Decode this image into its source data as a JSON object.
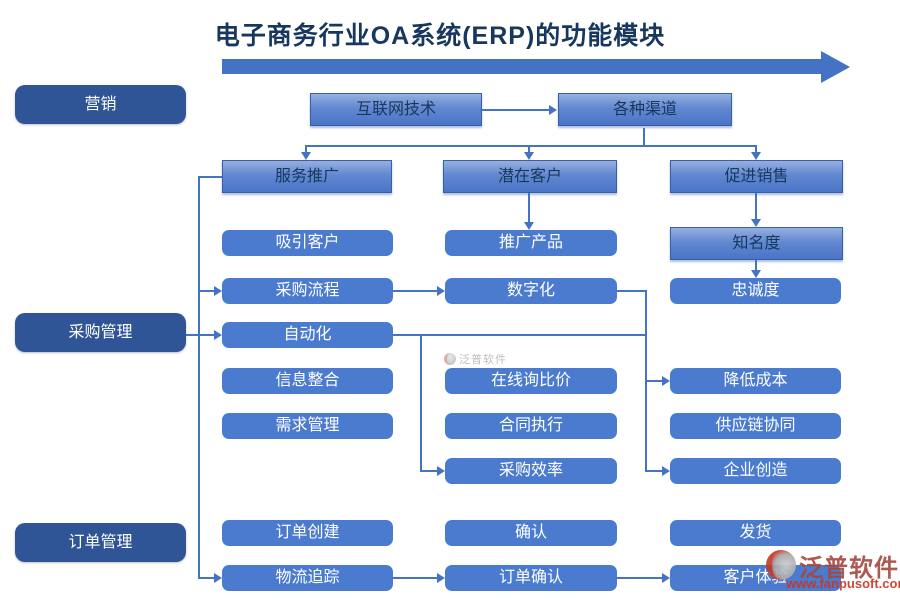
{
  "title": "电子商务行业OA系统(ERP)的功能模块",
  "colors": {
    "accent": "#4472C4",
    "category_fill": "#2F5597",
    "node_fill": "#4B7BCE",
    "title_text": "#17375E"
  },
  "categories": [
    "营销",
    "采购管理",
    "订单管理"
  ],
  "flow_boxes": {
    "internet": "互联网技术",
    "channels": "各种渠道",
    "service_promo": "服务推广",
    "potential_customers": "潜在客户",
    "sales_promo": "促进销售",
    "awareness": "知名度",
    "attract_customers": "吸引客户",
    "promote_products": "推广产品",
    "loyalty": "忠诚度",
    "procurement_process": "采购流程",
    "digitization": "数字化",
    "automation": "自动化",
    "info_integration": "信息整合",
    "online_inquiry": "在线询比价",
    "cost_reduction": "降低成本",
    "demand_mgmt": "需求管理",
    "contract_exec": "合同执行",
    "supply_chain": "供应链协同",
    "procurement_efficiency": "采购效率",
    "enterprise_creation": "企业创造",
    "order_creation": "订单创建",
    "confirm": "确认",
    "shipping": "发货",
    "logistics_tracking": "物流追踪",
    "order_confirm": "订单确认",
    "customer_experience": "客户体验"
  },
  "watermarks": {
    "center": {
      "brand": "泛普软件"
    },
    "corner": {
      "brand": "泛普软件",
      "url": "www.fanpusoft.com"
    }
  }
}
